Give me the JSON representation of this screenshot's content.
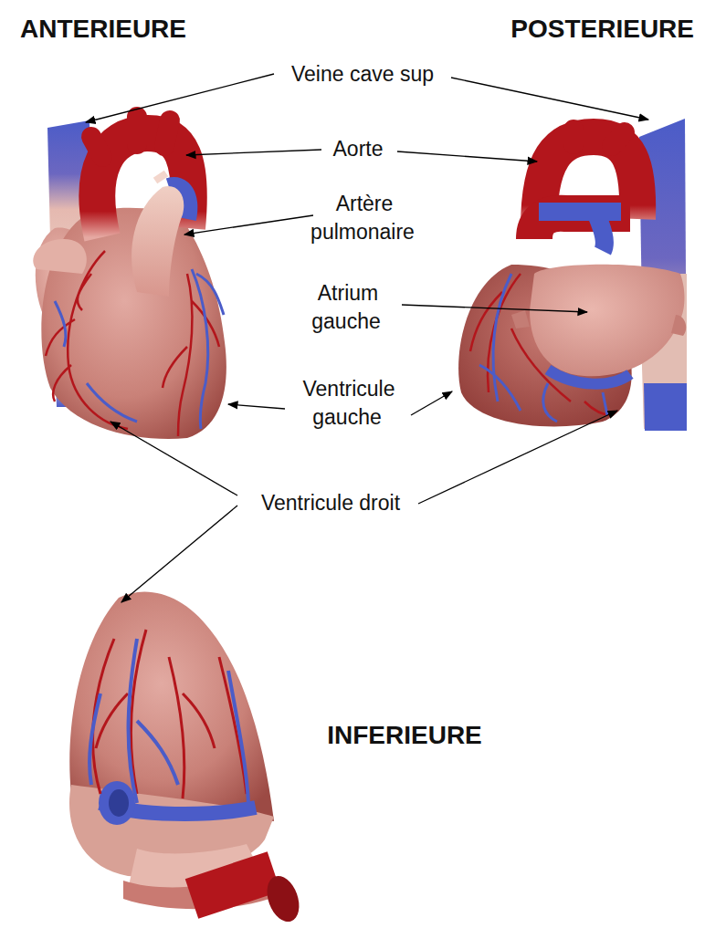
{
  "diagram": {
    "labels": [
      "ANTERIEURE",
      "POSTERIEURE",
      "Veine cave sup",
      "Aorte",
      "Artère pulmonaire",
      "Atrium gauche",
      "Ventricule gauche",
      "Ventricule droit",
      "INFERIEURE"
    ]
  }
}
